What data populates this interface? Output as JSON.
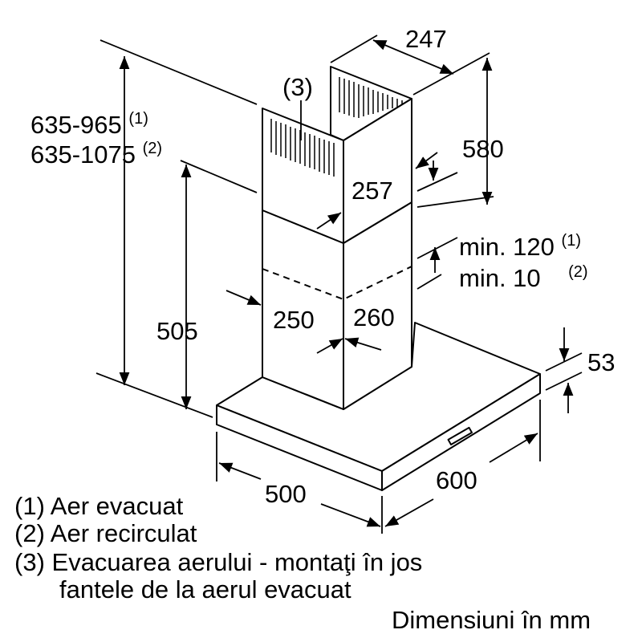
{
  "dimensions": {
    "height_total_1": "635-965",
    "height_total_2": "635-1075",
    "note_1": "(1)",
    "note_2": "(2)",
    "note_3": "(3)",
    "chimney_depth": "247",
    "upper_chimney_height": "580",
    "upper_chimney_width": "257",
    "min_1": "min. 120",
    "min_2": "min. 10",
    "lower_height": "505",
    "lower_chimney_width": "250",
    "lower_chimney_depth": "260",
    "hood_thickness": "53",
    "hood_depth": "500",
    "hood_width": "600"
  },
  "legend": [
    {
      "num": "(1)",
      "text": "Aer evacuat"
    },
    {
      "num": "(2)",
      "text": "Aer recirculat"
    },
    {
      "num": "(3)",
      "text": "Evacuarea aerului - montaţi în jos"
    },
    {
      "num": "",
      "text": "fantele de la aerul evacuat"
    }
  ],
  "units": "Dimensiuni în mm"
}
